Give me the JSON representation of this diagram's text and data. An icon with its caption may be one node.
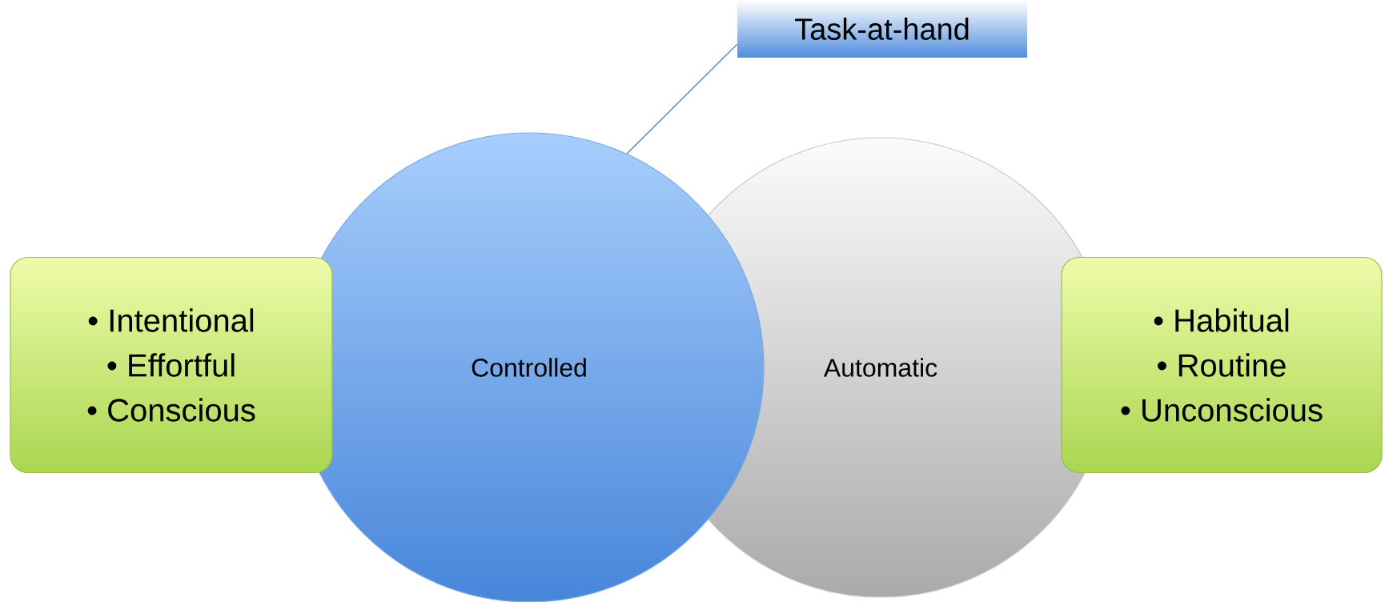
{
  "diagram": {
    "nodes": [
      {
        "text": [
          "Task-at-hand"
        ]
      },
      {
        "text": [
          "• Intentional",
          "• Effortful",
          "• Conscious"
        ]
      },
      {
        "text": [
          "Controlled"
        ]
      },
      {
        "text": [
          "Automatic"
        ]
      },
      {
        "text": [
          "• Habitual",
          "• Routine",
          "• Unconscious"
        ]
      }
    ],
    "edges": [
      {
        "from": 0,
        "to": 2,
        "arrow": "none"
      }
    ]
  }
}
